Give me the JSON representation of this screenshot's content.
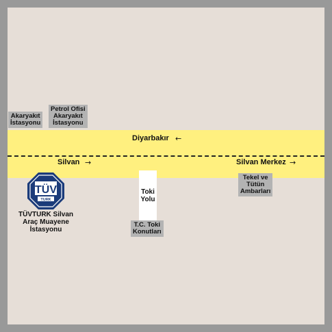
{
  "roads": {
    "main_top_label": "Diyarbakır",
    "main_top_arrow": "←",
    "main_bottom_left_label": "Silvan",
    "main_bottom_left_arrow": "→",
    "main_bottom_right_label": "Silvan Merkez",
    "main_bottom_right_arrow": "→",
    "side_road_label": "Toki\nYolu"
  },
  "places": [
    {
      "name": "Akaryakıt\nİstasyonu"
    },
    {
      "name": "Petrol Ofisi\nAkaryakıt\nİstasyonu"
    },
    {
      "name": "Tekel ve\nTütün\nAmbarları"
    },
    {
      "name": "T.C. Toki\nKonutları"
    }
  ],
  "landmark": {
    "logo_text": "TÜV",
    "logo_subtext": "TURK",
    "name": "TÜVTURK Silvan\nAraç Muayene\nİstasyonu"
  },
  "colors": {
    "frame": "#999999",
    "background": "#e6ded7",
    "road": "#fff07f",
    "label_box": "#b3b3b3",
    "logo": "#1b3b7a"
  }
}
